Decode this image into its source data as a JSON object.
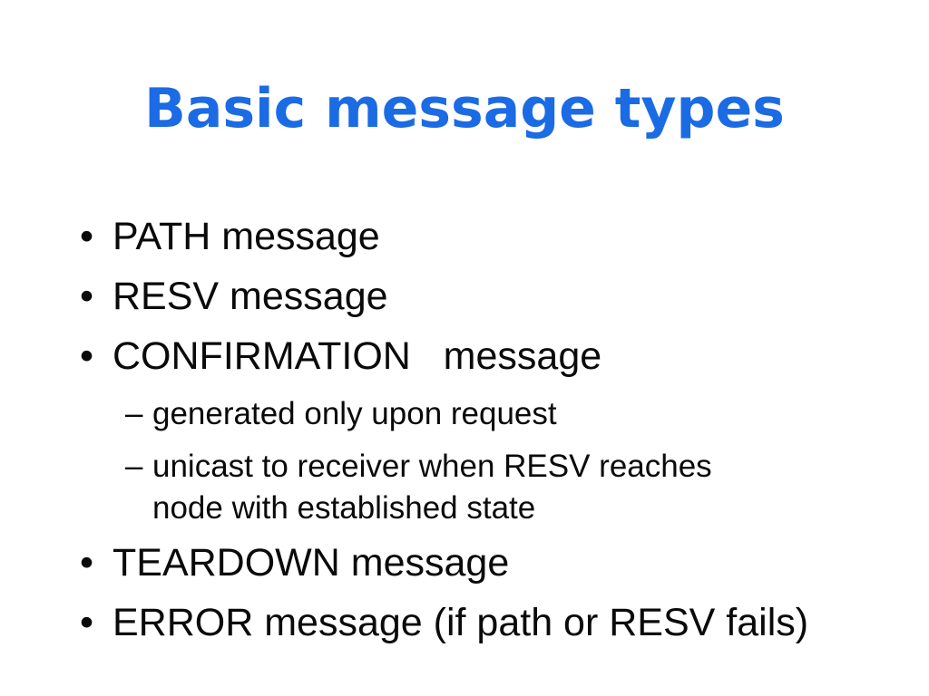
{
  "slide": {
    "title": {
      "text": "Basic message types",
      "color": "#1b6be4"
    },
    "content": {
      "bullet_marker": "•",
      "dash_marker": "–",
      "text_color": "#0a0a0a",
      "items": [
        {
          "level": 1,
          "text": "PATH message"
        },
        {
          "level": 1,
          "text": "RESV message"
        },
        {
          "level": 1,
          "text": "CONFIRMATION   message"
        },
        {
          "level": 2,
          "text": "generated only upon request"
        },
        {
          "level": 2,
          "text": "unicast to receiver when RESV reaches node with established state"
        },
        {
          "level": 1,
          "text": "TEARDOWN message"
        },
        {
          "level": 1,
          "text": "ERROR message (if path or RESV fails)"
        }
      ]
    }
  }
}
